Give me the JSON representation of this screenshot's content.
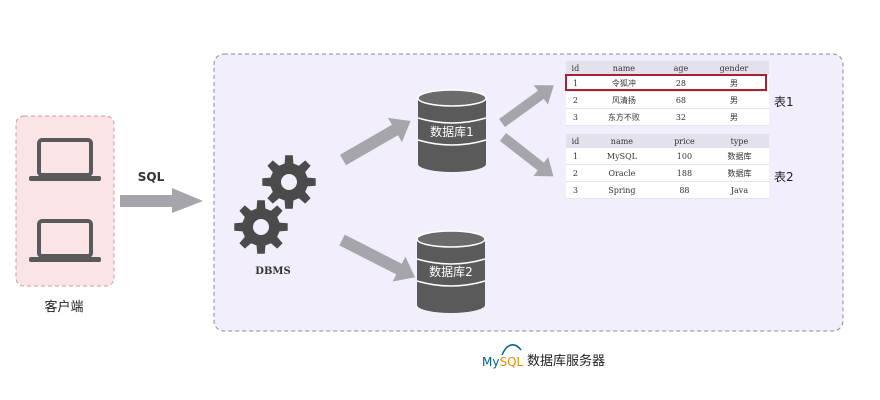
{
  "client": {
    "label": "客户端"
  },
  "sql_label": "SQL",
  "dbms_label": "DBMS",
  "databases": [
    {
      "label": "数据库1"
    },
    {
      "label": "数据库2"
    }
  ],
  "tables": [
    {
      "caption": "表1",
      "columns": [
        "id",
        "name",
        "age",
        "gender"
      ],
      "rows": [
        [
          "1",
          "令狐冲",
          "28",
          "男"
        ],
        [
          "2",
          "风清扬",
          "68",
          "男"
        ],
        [
          "3",
          "东方不败",
          "32",
          "男"
        ]
      ]
    },
    {
      "caption": "表2",
      "columns": [
        "id",
        "name",
        "price",
        "type"
      ],
      "rows": [
        [
          "1",
          "MySQL",
          "100",
          "数据库"
        ],
        [
          "2",
          "Oracle",
          "188",
          "数据库"
        ],
        [
          "3",
          "Spring",
          "88",
          "Java"
        ]
      ]
    }
  ],
  "server": {
    "logo": "MySQL",
    "label": "数据库服务器"
  },
  "colors": {
    "client_box_fill": "#fbe4e6",
    "server_box_fill": "#f2eefb",
    "arrow": "#a6a5ab",
    "gear": "#4b4b4b",
    "database": "#5a5a5a",
    "highlight": "#a52235",
    "mysql_blue": "#00618a",
    "mysql_orange": "#e48e00"
  },
  "icons": [
    "laptop-icon",
    "gear-icon",
    "database-icon",
    "arrow-icon",
    "mysql-logo-icon"
  ]
}
